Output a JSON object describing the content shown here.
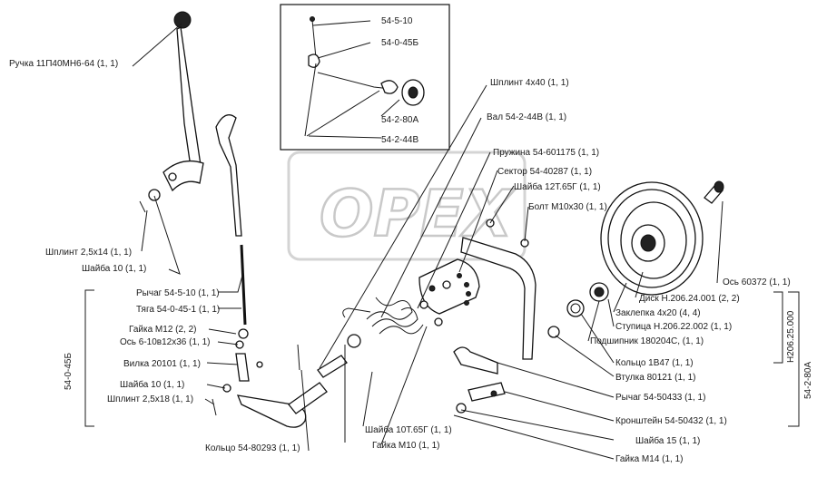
{
  "watermark": "OPEX",
  "inset": {
    "labels": [
      "54-5-10",
      "54-0-45Б",
      "54-2-80А",
      "54-2-44В"
    ]
  },
  "callouts": {
    "handle": "Ручка 11П40МН6-64 (1, 1)",
    "cotter_pin_1": "Шплинт 2,5х14 (1, 1)",
    "washer_10_top": "Шайба 10 (1, 1)",
    "lever_54_5_10": "Рычаг 54-5-10 (1, 1)",
    "rod": "Тяга 54-0-45-1 (1, 1)",
    "nut_m12": "Гайка М12 (2, 2)",
    "axle_6_10": "Ось 6-10в12х36 (1, 1)",
    "fork": "Вилка 20101 (1, 1)",
    "washer_10_bottom": "Шайба 10 (1, 1)",
    "cotter_pin_2": "Шплинт 2,5х18 (1, 1)",
    "ring_54_80293": "Кольцо 54-80293 (1, 1)",
    "cotter_pin_4x40": "Шплинт 4х40 (1, 1)",
    "shaft": "Вал 54-2-44В (1, 1)",
    "spring": "Пружина 54-601175 (1, 1)",
    "sector": "Сектор 54-40287 (1, 1)",
    "washer_12t": "Шайба 12Т.65Г (1, 1)",
    "bolt_m10": "Болт М10х30 (1, 1)",
    "axle_60372": "Ось 60372 (1, 1)",
    "disc": "Диск Н.206.24.001 (2, 2)",
    "rivet": "Заклепка 4х20 (4, 4)",
    "hub": "Ступица Н.206.22.002 (1, 1)",
    "bearing": "Подшипник 180204С, (1, 1)",
    "ring_1v47": "Кольцо 1В47 (1, 1)",
    "bushing": "Втулка 80121 (1, 1)",
    "lever_54_50433": "Рычаг 54-50433 (1, 1)",
    "bracket": "Кронштейн 54-50432 (1, 1)",
    "washer_15": "Шайба 15 (1, 1)",
    "nut_m14": "Гайка М14 (1, 1)",
    "washer_10t": "Шайба 10Т.65Г (1, 1)",
    "nut_m10": "Гайка М10 (1, 1)"
  },
  "assemblies": {
    "left_group": "54-0-45Б",
    "hub_group": "Н206.25.000",
    "right_group": "54-2-80А"
  }
}
